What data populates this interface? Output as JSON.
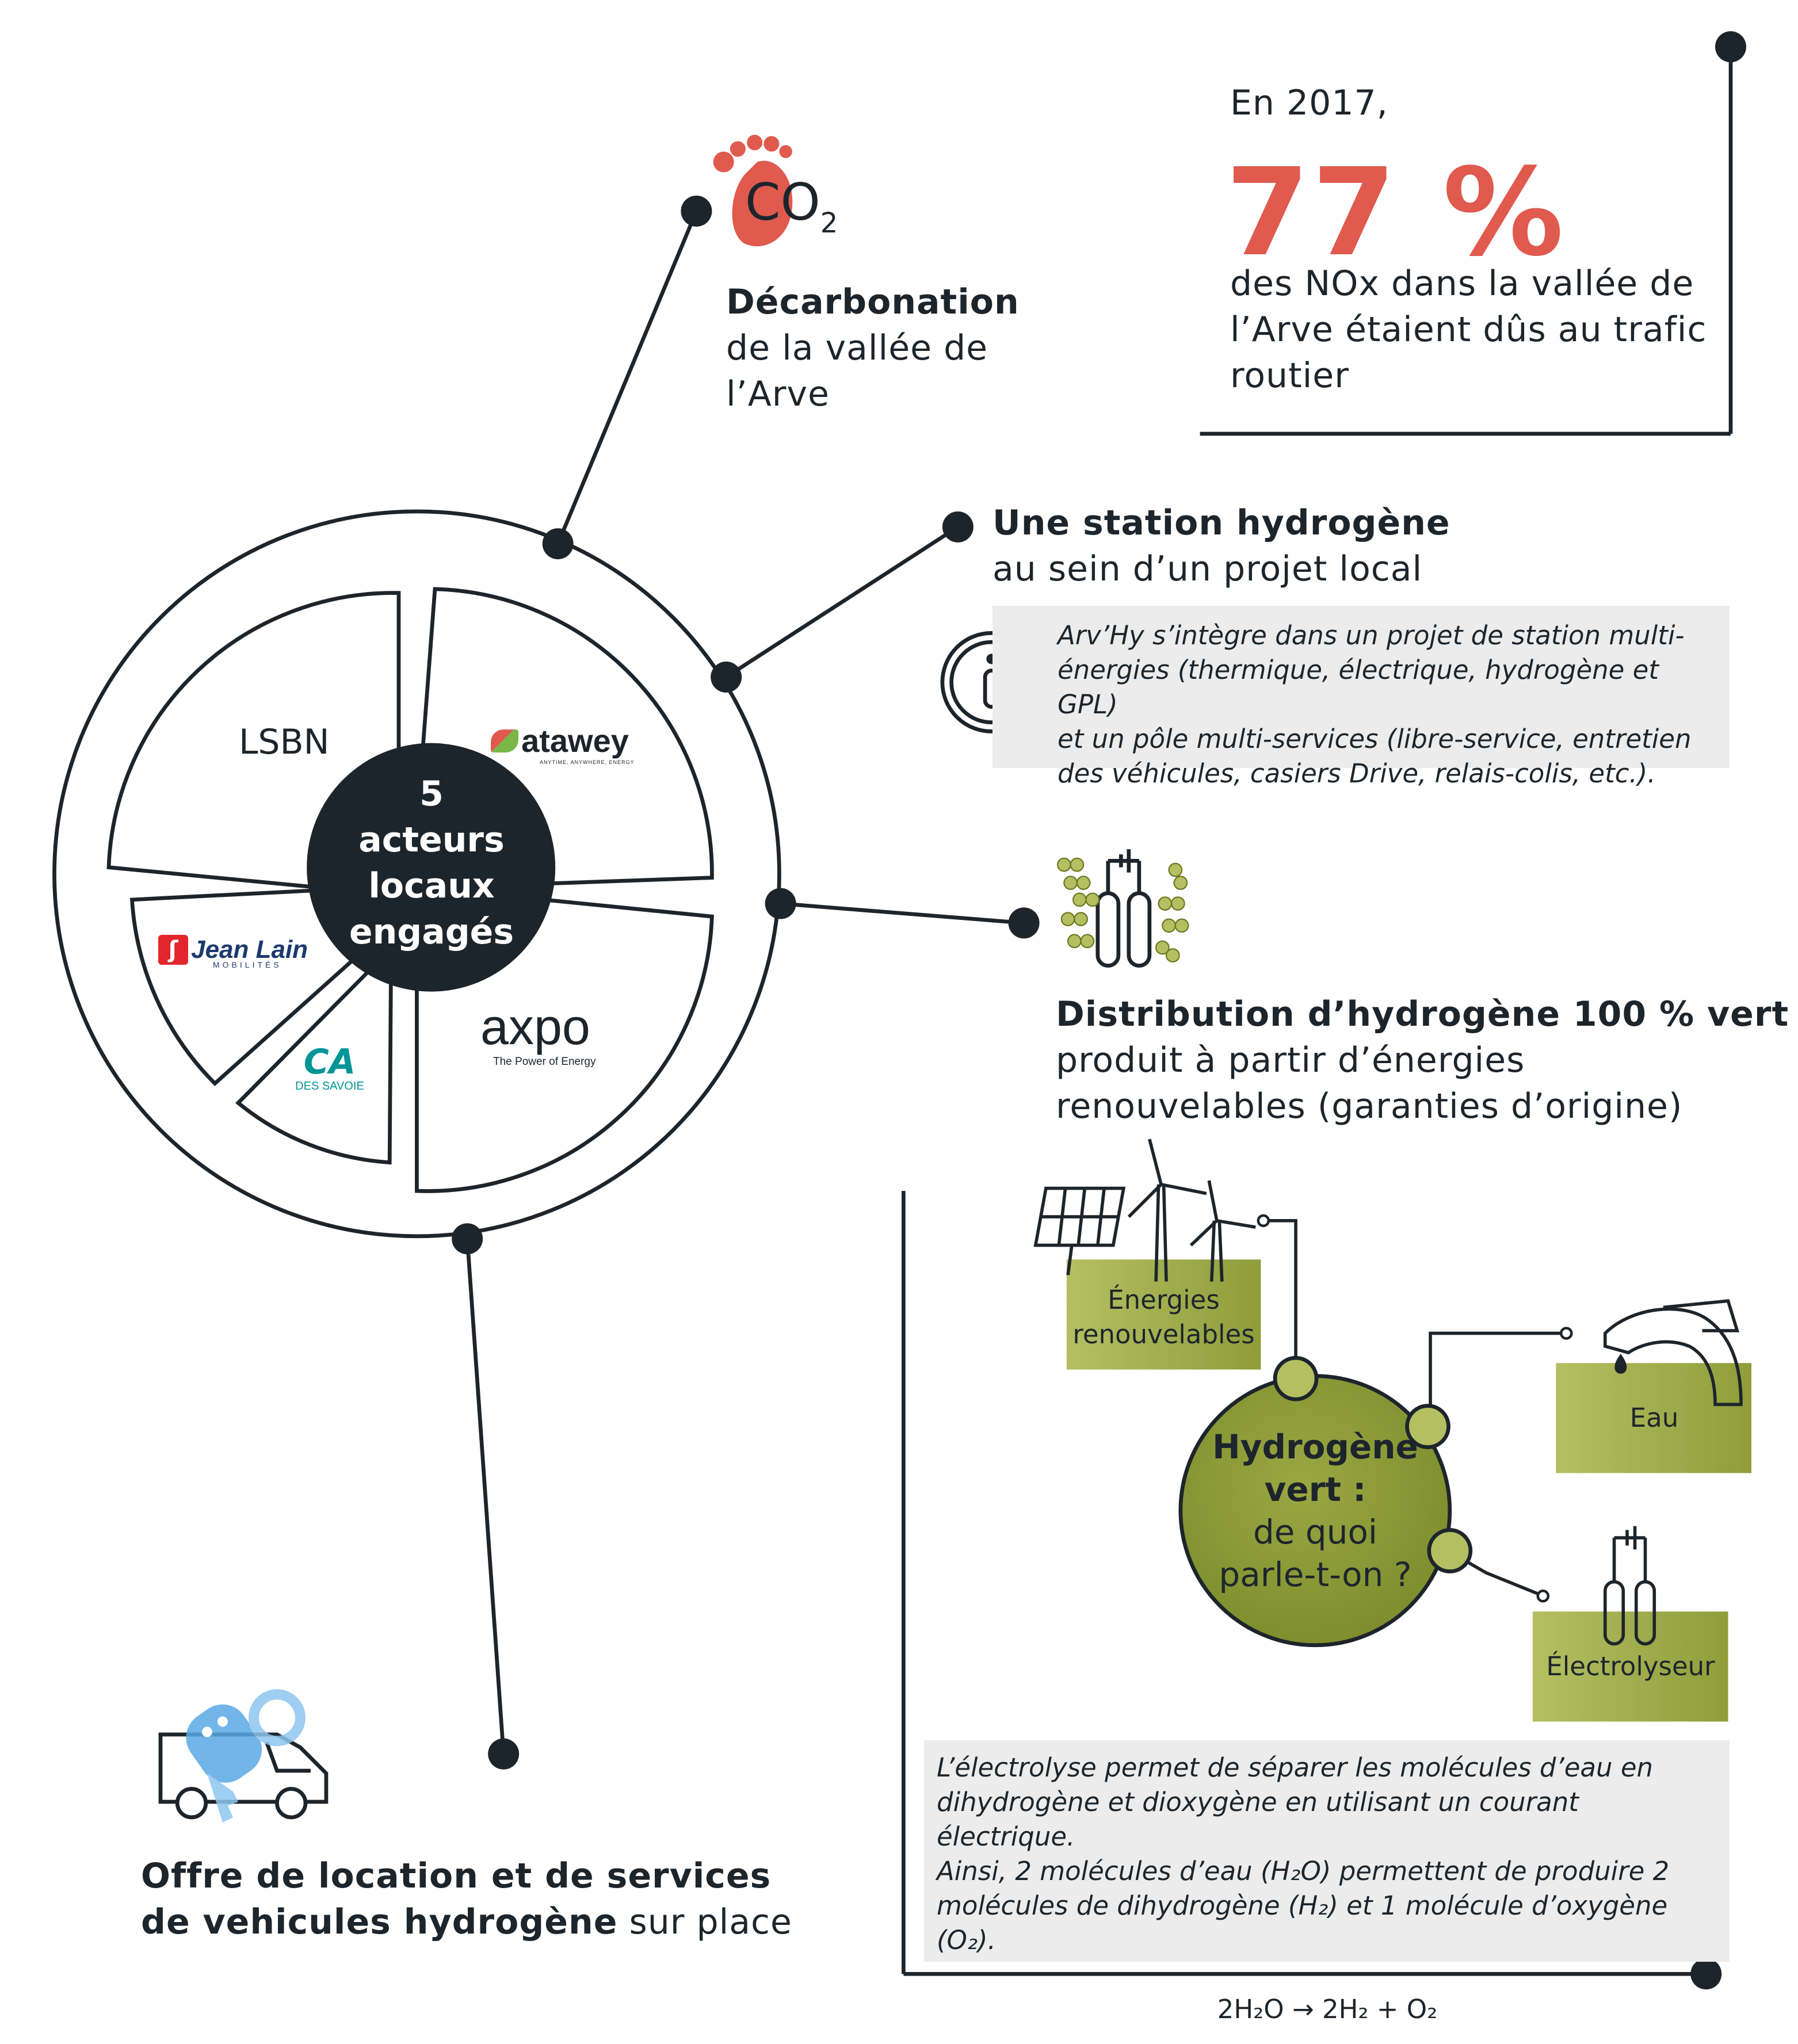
{
  "colors": {
    "dark": "#1d252c",
    "accent_red": "#e05a4e",
    "green": "#8f9d3a",
    "green_light": "#b4bf62",
    "gray_box": "#ececec",
    "blue_icon": "#5aa9e6"
  },
  "stat": {
    "intro": "En 2017,",
    "value": "77 %",
    "line1": "des NOx dans la vallée de",
    "line2": "l’Arve étaient dûs au trafic",
    "line3": "routier"
  },
  "decarbonation": {
    "icon": "co2-footprint-icon",
    "co2_main": "CO",
    "co2_sub": "2",
    "title": "Décarbonation",
    "line1": "de la vallée de",
    "line2": "l’Arve"
  },
  "station": {
    "title": "Une station hydrogène",
    "subtitle": "au sein d’un projet local",
    "info_icon": "info-icon",
    "info_lines": [
      "Arv’Hy s’intègre dans un projet de station multi-",
      "énergies (thermique, électrique, hydrogène et GPL)",
      "et un pôle multi-services (libre-service, entretien",
      "des véhicules, casiers Drive, relais-colis, etc.)."
    ]
  },
  "actors": {
    "center_lines": [
      "5",
      "acteurs",
      "locaux",
      "engagés"
    ],
    "lsbn": "LSBN",
    "atawey": "atawey",
    "atawey_tag": "ANYTIME, ANYWHERE, ENERGY",
    "jeanlain": "Jean Lain",
    "jeanlain_tag": "MOBILITÉS",
    "ca": "DES SAVOIE",
    "axpo": "axpo",
    "axpo_tag": "The Power of Energy"
  },
  "distribution": {
    "icon": "hydrogen-molecules-icon",
    "title": "Distribution d’hydrogène 100 % vert",
    "line1": "produit à partir d’énergies",
    "line2": "renouvelables (garanties d’origine)"
  },
  "hydrogen": {
    "renewables_line1": "Énergies",
    "renewables_line2": "renouvelables",
    "water": "Eau",
    "electrolyser": "Électrolyseur",
    "center_bold1": "Hydrogène",
    "center_bold2": "vert :",
    "center_line3": "de quoi",
    "center_line4": "parle-t-on ?",
    "explain_lines": [
      "L’électrolyse permet de séparer les molécules d’eau en",
      "dihydrogène et dioxygène en utilisant un courant électrique.",
      "Ainsi, 2 molécules d’eau (H₂O) permettent de produire 2",
      "molécules de dihydrogène (H₂) et 1 molécule d’oxygène (O₂)."
    ],
    "equation": "2H₂O → 2H₂ + O₂"
  },
  "rental": {
    "icon": "van-key-icon",
    "title1": "Offre de location  et de services",
    "title2": "de vehicules hydrogène",
    "title2_rest": " sur place"
  }
}
